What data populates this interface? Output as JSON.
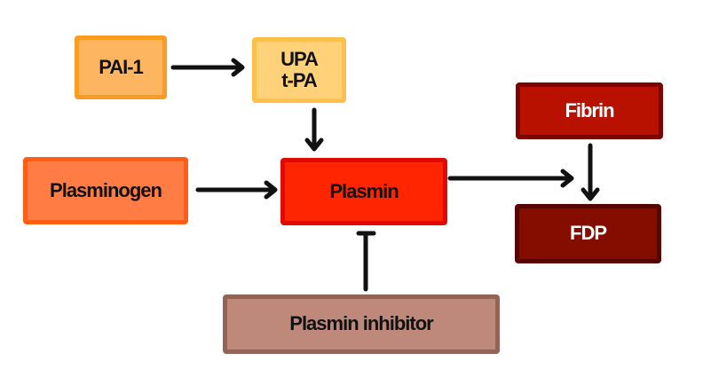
{
  "nodes": {
    "pai1": {
      "label": "PAI-1",
      "fill": "#fdb65f",
      "border": "#f99c1f",
      "text": "#111111"
    },
    "upa": {
      "label_line1": "UPA",
      "label_line2": "t-PA",
      "fill": "#ffd27a",
      "border": "#ffbf48",
      "text": "#111111"
    },
    "plasminogen": {
      "label": "Plasminogen",
      "fill": "#ff7d45",
      "border": "#ff5e14",
      "text": "#111111"
    },
    "plasmin": {
      "label": "Plasmin",
      "fill": "#ff2500",
      "border": "#e00a00",
      "text": "#111111"
    },
    "fibrin": {
      "label": "Fibrin",
      "fill": "#b91100",
      "border": "#7d0500",
      "text": "#ffffff"
    },
    "fdp": {
      "label": "FDP",
      "fill": "#850d00",
      "border": "#570500",
      "text": "#ffffff"
    },
    "inhibitor": {
      "label": "Plasmin inhibitor",
      "fill": "#be897a",
      "border": "#946358",
      "text": "#111111"
    }
  },
  "edges": [
    {
      "from": "pai1",
      "to": "upa",
      "type": "activation"
    },
    {
      "from": "upa",
      "to": "plasmin",
      "type": "activation"
    },
    {
      "from": "plasminogen",
      "to": "plasmin",
      "type": "activation"
    },
    {
      "from": "plasmin",
      "to": "fdp",
      "type": "activation"
    },
    {
      "from": "fibrin",
      "to": "fdp",
      "type": "activation"
    },
    {
      "from": "inhibitor",
      "to": "plasmin",
      "type": "inhibition"
    }
  ]
}
